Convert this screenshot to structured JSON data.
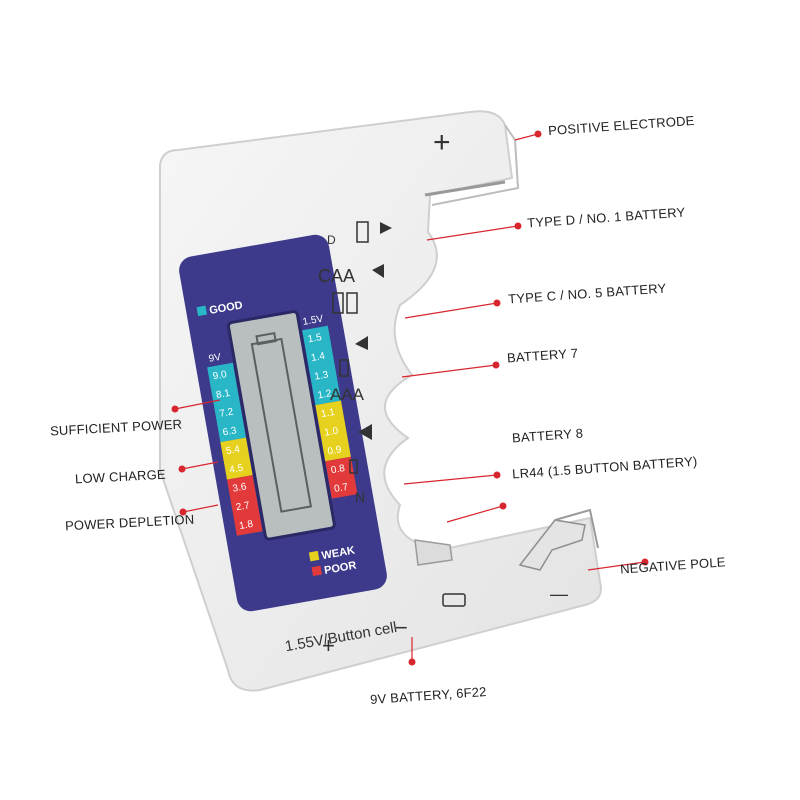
{
  "device": {
    "colors": {
      "body": "#eeeeee",
      "panel": "#3d3a8c",
      "lcd": "#b8bfbe",
      "good": "#29b7c8",
      "weak": "#e6d21e",
      "poor": "#e23a3a",
      "marker": "#d8262e"
    },
    "labels": {
      "plus_top": "+",
      "d": "D",
      "caa": "CAA",
      "aaa": "AAA",
      "n": "N",
      "button_cell": "1.55V/Button cell",
      "plus_bottom": "+",
      "minus_bottom": "−",
      "minus_right": "—",
      "good": "GOOD",
      "weak": "WEAK",
      "poor": "POOR",
      "v9": "9V",
      "v15": "1.5V"
    },
    "scale_9v": {
      "good": [
        "9.0",
        "8.1",
        "7.2",
        "6.3"
      ],
      "weak": [
        "5.4",
        "4.5"
      ],
      "poor": [
        "3.6",
        "2.7",
        "1.8"
      ]
    },
    "scale_15v": {
      "good": [
        "1.5",
        "1.4",
        "1.3",
        "1.2"
      ],
      "weak": [
        "1.1",
        "1.0",
        "0.9"
      ],
      "poor": [
        "0.8",
        "0.7"
      ]
    }
  },
  "callouts": {
    "positive_electrode": "POSITIVE ELECTRODE",
    "type_d": "TYPE D / NO. 1 BATTERY",
    "type_c": "TYPE C / NO. 5 BATTERY",
    "battery7": "BATTERY 7",
    "battery8": "BATTERY 8",
    "lr44": "LR44 (1.5 BUTTON BATTERY)",
    "negative_pole": "NEGATIVE POLE",
    "nine_v": "9V BATTERY, 6F22",
    "sufficient": "SUFFICIENT POWER",
    "low_charge": "LOW CHARGE",
    "depletion": "POWER DEPLETION"
  }
}
